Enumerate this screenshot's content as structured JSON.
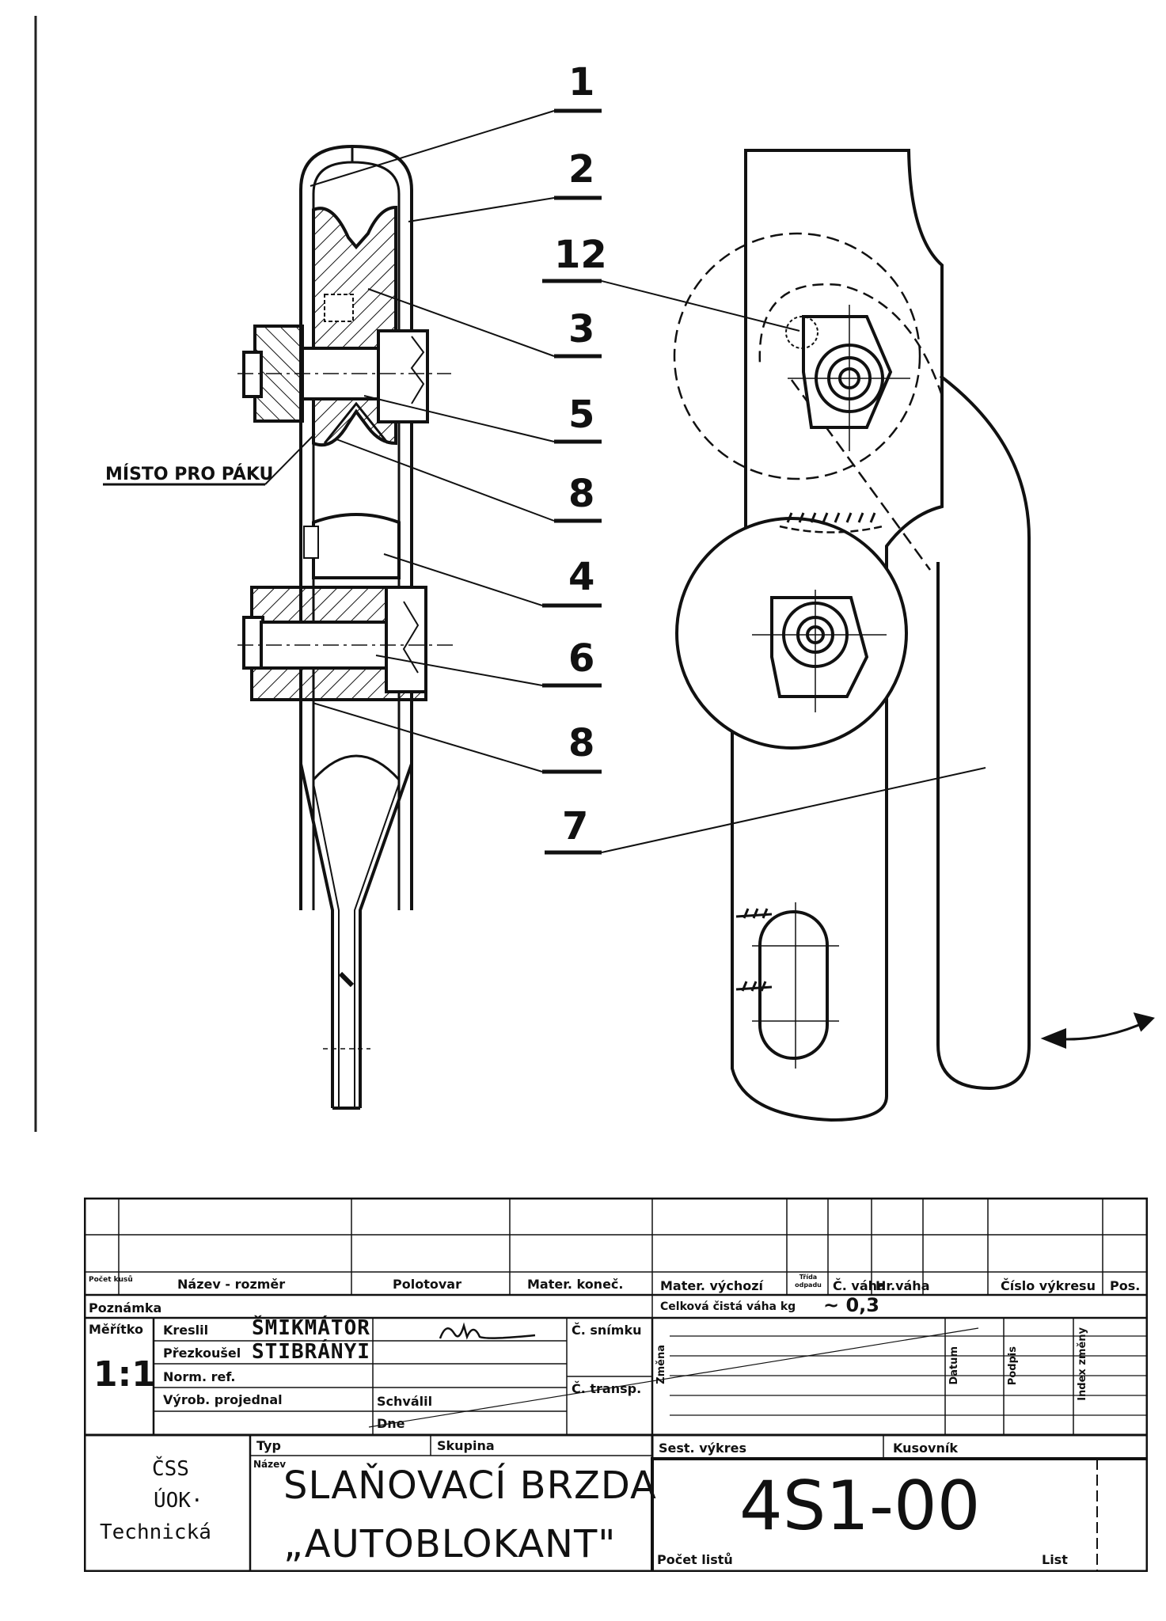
{
  "callouts": [
    "1",
    "2",
    "12",
    "3",
    "5",
    "8",
    "4",
    "6",
    "8",
    "7"
  ],
  "place_note": "MÍSTO PRO PÁKU",
  "title_block": {
    "col_pocet_kusu": "Počet kusů",
    "col_nazev_rozmer": "Název - rozměr",
    "col_polotovar": "Polotovar",
    "col_mater_konec": "Mater. koneč.",
    "col_mater_vychozi": "Mater. výchozí",
    "col_trida_odpadu": "Třída odpadu",
    "col_c_vaha": "Č. váha",
    "col_hr_vaha": "Hr.váha",
    "col_cislo_vykresu": "Číslo výkresu",
    "col_pos": "Pos.",
    "poznamka": "Poznámka",
    "celkova_vaha_label": "Celková čistá váha kg",
    "celkova_vaha_value": "~ 0,3",
    "meritko_label": "Měřítko",
    "meritko_value": "1:1",
    "kreslil_label": "Kreslil",
    "kreslil_value": "ŠMIKMÁTOR",
    "prezkousel_label": "Přezkoušel",
    "prezkousel_value": "STIBRÁNYI",
    "norm_ref": "Norm. ref.",
    "vyrob_projednal": "Výrob. projednal",
    "schvalil": "Schválil",
    "dne": "Dne",
    "c_snimku": "Č. snímku",
    "c_transp": "Č. transp.",
    "zmena": "Změna",
    "datum": "Datum",
    "podpis": "Podpis",
    "index_zmeny": "Index změny",
    "org_line1": "ČSS",
    "org_line2": "ÚOK·",
    "org_line3": "Technická",
    "typ": "Typ",
    "skupina": "Skupina",
    "nazev_label": "Název",
    "title_line1": "SLAŇOVACÍ BRZDA",
    "title_line2": "„AUTOBLOKANT\"",
    "sest_vykres": "Sest. výkres",
    "kusovnik": "Kusovník",
    "drawing_number": "4S1-00",
    "pocet_listu": "Počet listů",
    "list": "List"
  }
}
